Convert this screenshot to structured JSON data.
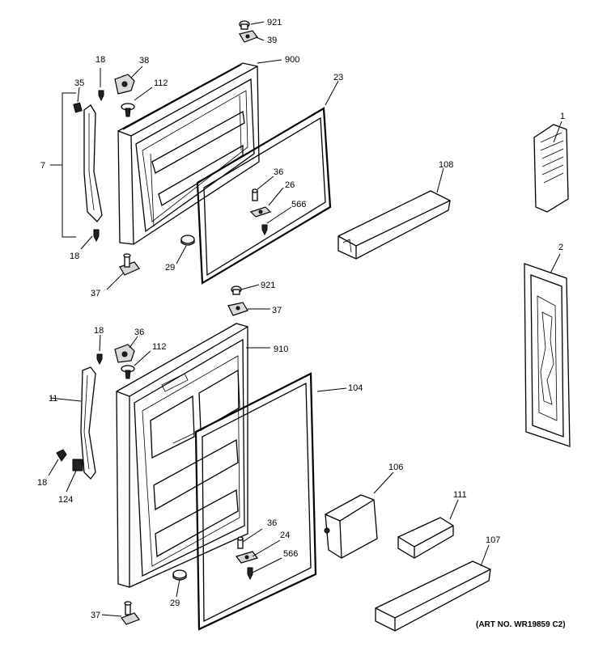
{
  "labels": {
    "l921a": "921",
    "l39": "39",
    "l900": "900",
    "l18a": "18",
    "l38": "38",
    "l35": "35",
    "l112a": "112",
    "l23": "23",
    "l1": "1",
    "l7": "7",
    "l108": "108",
    "l36a": "36",
    "l26": "26",
    "l566a": "566",
    "l18b": "18",
    "l29a": "29",
    "l37a": "37",
    "l2": "2",
    "l921b": "921",
    "l37b": "37",
    "l18c": "18",
    "l36b": "36",
    "l112b": "112",
    "l910": "910",
    "l11": "11",
    "l104": "104",
    "l106": "106",
    "l18d": "18",
    "l124": "124",
    "l111": "111",
    "l36c": "36",
    "l24": "24",
    "l107": "107",
    "l566b": "566",
    "l29b": "29",
    "l37c": "37"
  },
  "art_number": "(ART NO. WR19859 C2)"
}
